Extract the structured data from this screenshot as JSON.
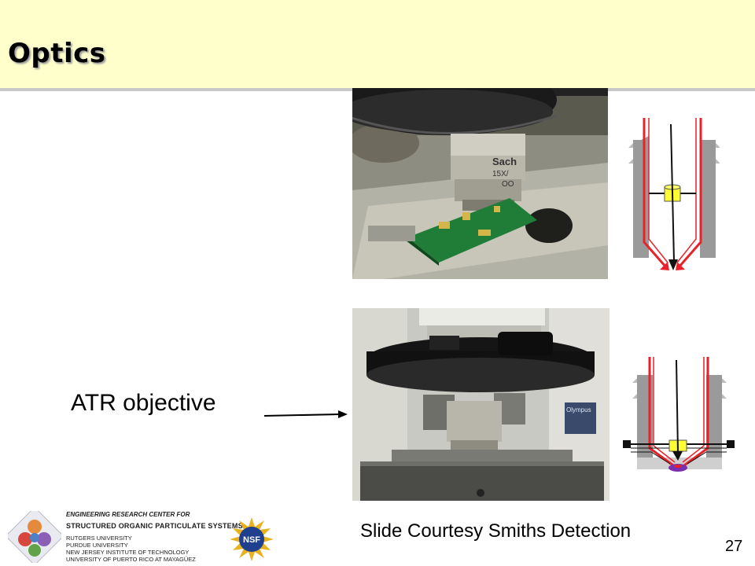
{
  "slide": {
    "title": "Optics",
    "atr_label": "ATR objective",
    "credit": "Slide Courtesy Smiths Detection",
    "page_number": "27"
  },
  "footer": {
    "center_line1": "ENGINEERING RESEARCH CENTER FOR",
    "center_line2": "STRUCTURED ORGANIC PARTICULATE SYSTEMS",
    "universities": [
      "RUTGERS UNIVERSITY",
      "PURDUE UNIVERSITY",
      "NEW JERSEY INSTITUTE OF TECHNOLOGY",
      "UNIVERSITY OF PUERTO RICO AT MAYAGÜEZ"
    ],
    "nsf_logo": "NSF"
  },
  "photos": {
    "top_lens_engraving_1": "Sach",
    "top_lens_engraving_2": "15X/",
    "top_lens_engraving_3": "OO",
    "bottom_badge": "Olympus"
  },
  "colors": {
    "title_band": "#ffffcc",
    "ray_red": "#e8222a",
    "crystal_yellow": "#ffff33",
    "housing_gray": "#9a9a9a"
  }
}
